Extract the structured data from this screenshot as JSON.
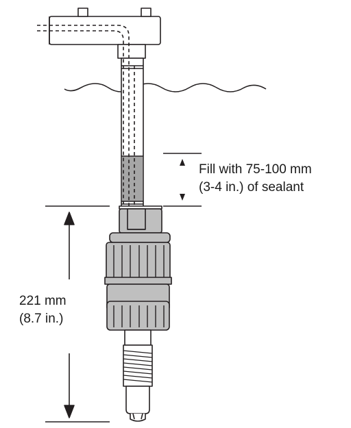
{
  "annotations": {
    "sealant_line1": "Fill with 75-100 mm",
    "sealant_line2": "(3-4 in.) of sealant",
    "length_line1": "221 mm",
    "length_line2": "(8.7 in.)"
  },
  "colors": {
    "stroke": "#231f20",
    "sealant": "#a6a6a6",
    "body_gray": "#bfbfbf",
    "body_gray_dark": "#9a9a9a",
    "background": "#ffffff"
  }
}
